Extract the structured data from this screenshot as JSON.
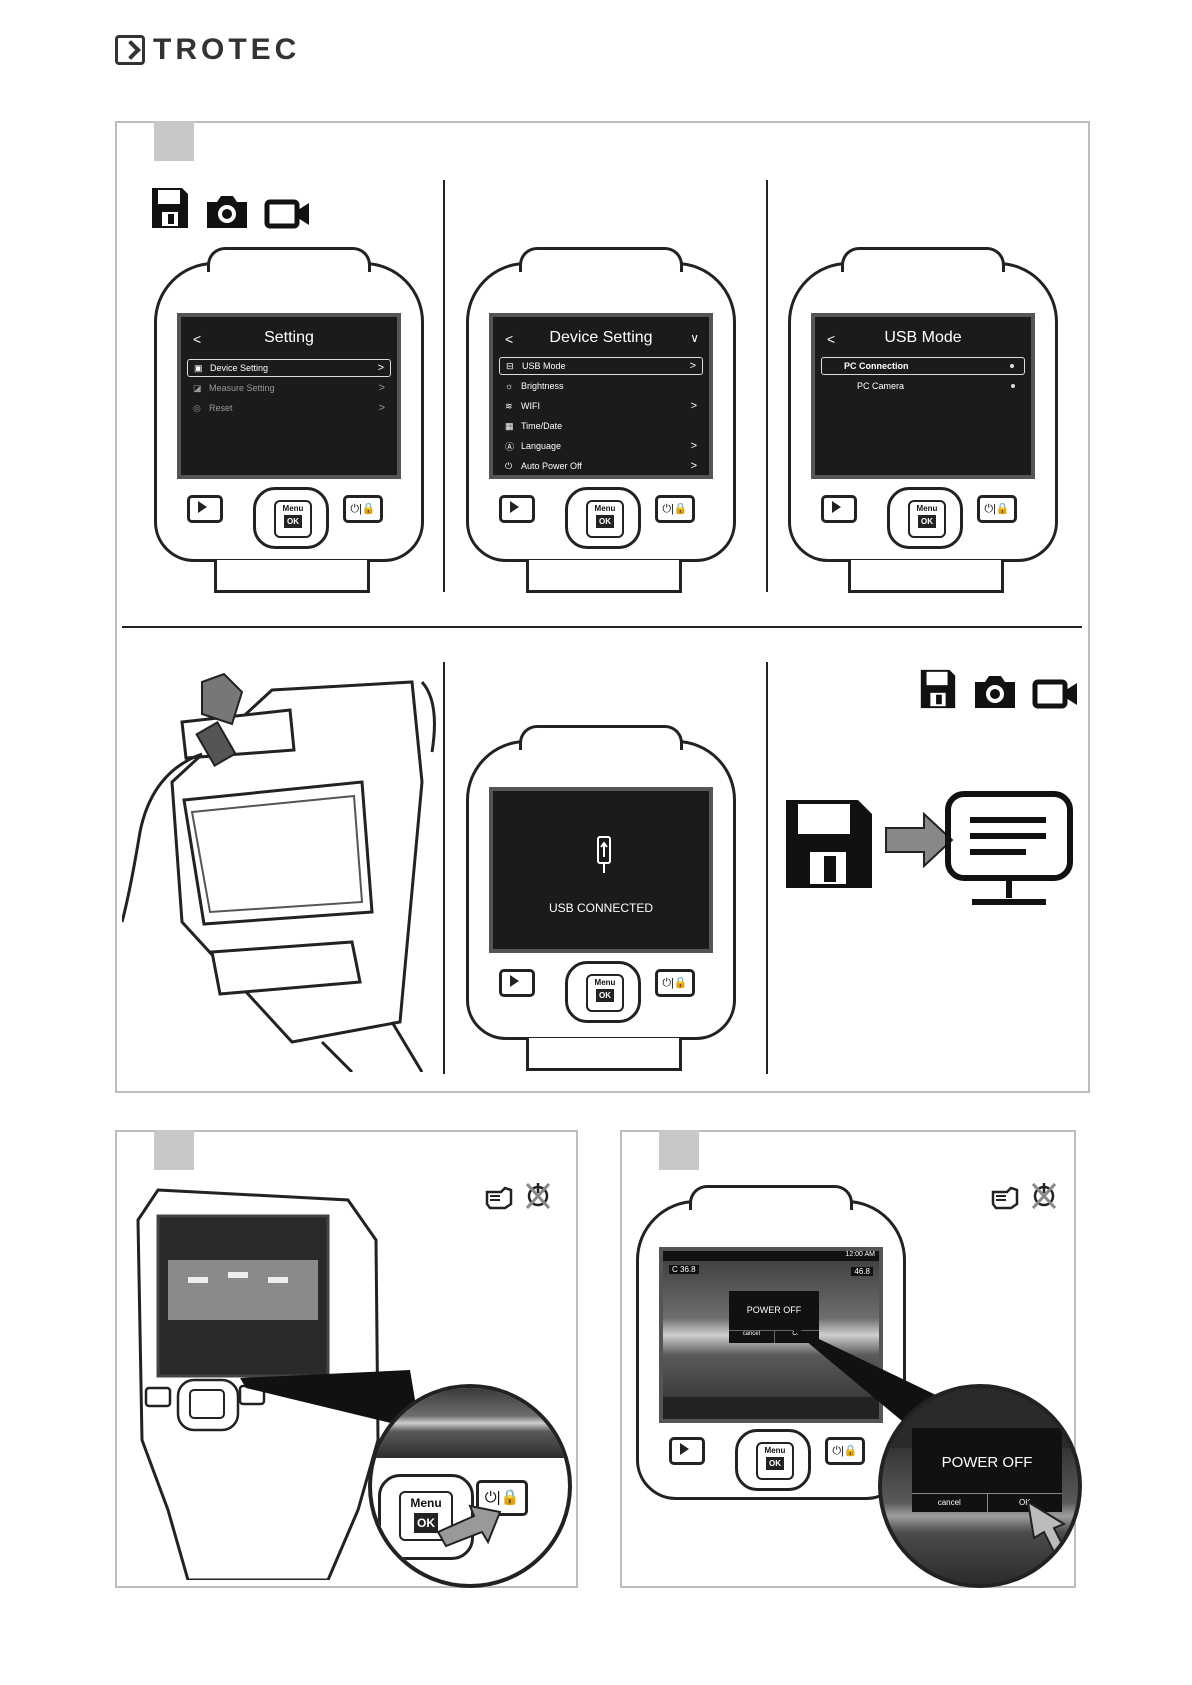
{
  "brand": {
    "name": "TROTEC"
  },
  "icons": {
    "storage": "floppy-disk-icon",
    "photo": "camera-icon",
    "video": "video-camera-icon",
    "hand": "hand-press-icon",
    "no_power": "power-crossed-icon"
  },
  "buttons": {
    "menu": "Menu",
    "ok": "OK"
  },
  "screen_setting": {
    "title": "Setting",
    "items": [
      {
        "label": "Device Setting",
        "selected": true
      },
      {
        "label": "Measure Setting",
        "selected": false
      },
      {
        "label": "Reset",
        "selected": false
      }
    ]
  },
  "screen_device_setting": {
    "title": "Device Setting",
    "items": [
      {
        "label": "USB Mode",
        "selected": true
      },
      {
        "label": "Brightness",
        "selected": false
      },
      {
        "label": "WIFI",
        "selected": false
      },
      {
        "label": "Time/Date",
        "selected": false
      },
      {
        "label": "Language",
        "selected": false
      },
      {
        "label": "Auto Power Off",
        "selected": false
      }
    ]
  },
  "screen_usb_mode": {
    "title": "USB Mode",
    "items": [
      {
        "label": "PC Connection",
        "selected": true
      },
      {
        "label": "PC Camera",
        "selected": false
      }
    ]
  },
  "usb_status": {
    "text": "USB CONNECTED"
  },
  "power_dialog": {
    "title": "POWER OFF",
    "cancel": "cancel",
    "ok": "OK",
    "readout_left": "C 36.8",
    "readout_right": "46.8",
    "clock": "12:00 AM"
  }
}
